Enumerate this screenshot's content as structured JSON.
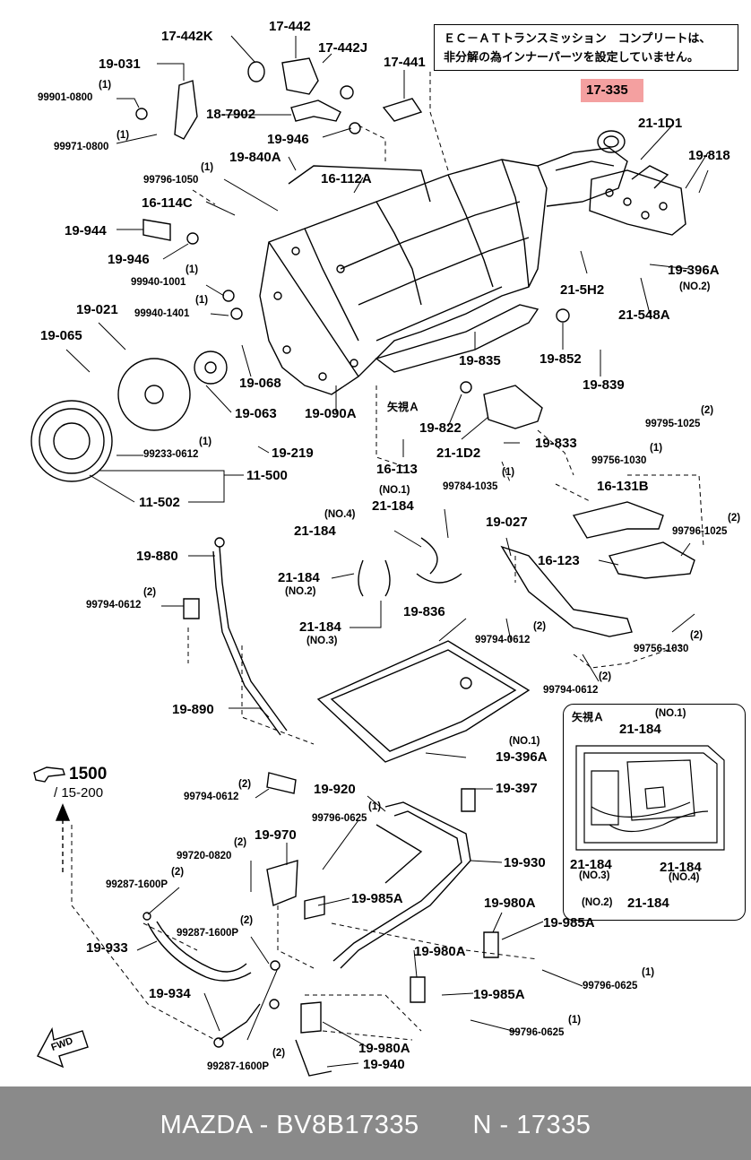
{
  "note": {
    "line1": "ＥＣ－ＡＴトランスミッション　コンプリートは、",
    "line2": "非分解の為インナーパーツを設定していません。"
  },
  "highlight_part": "17-335",
  "reference": {
    "main": "1500",
    "sub": "/ 15-200"
  },
  "fwd_label": "FWD",
  "footer": {
    "brand": "MAZDA",
    "part_number": "BV8B17335",
    "short_code": "N - 17335",
    "separator": " - "
  },
  "inset": {
    "title": "矢視Ａ",
    "labels": [
      "(NO.1)",
      "21-184",
      "21-184",
      "(NO.3)",
      "21-184",
      "(NO.4)",
      "(NO.2)",
      "21-184"
    ]
  },
  "view_a_label": "矢視Ａ",
  "labels": [
    "17-442K",
    "17-442",
    "17-442J",
    "17-441",
    "19-031",
    "(1)",
    "99901-0800",
    "(1)",
    "99971-0800",
    "18-7902",
    "19-946",
    "19-840A",
    "(1)",
    "99796-1050",
    "16-112A",
    "16-114C",
    "19-944",
    "19-946",
    "(1)",
    "99940-1001",
    "(1)",
    "99940-1401",
    "19-021",
    "19-065",
    "19-068",
    "19-063",
    "19-090A",
    "19-219",
    "(1)",
    "99233-0612",
    "11-500",
    "11-502",
    "21-1D1",
    "19-818",
    "21-5H2",
    "19-396A",
    "(NO.2)",
    "21-548A",
    "19-852",
    "19-835",
    "19-839",
    "19-822",
    "21-1D2",
    "16-113",
    "19-833",
    "(2)",
    "99795-1025",
    "(1)",
    "99756-1030",
    "(1)",
    "99784-1035",
    "16-131B",
    "(NO.1)",
    "21-184",
    "(NO.4)",
    "21-184",
    "21-184",
    "(NO.2)",
    "21-184",
    "(NO.3)",
    "19-027",
    "(2)",
    "99796-1025",
    "16-123",
    "19-880",
    "(2)",
    "99794-0612",
    "19-836",
    "(2)",
    "99794-0612",
    "(2)",
    "99756-1030",
    "(2)",
    "99794-0612",
    "19-890",
    "(NO.1)",
    "19-396A",
    "19-397",
    "(2)",
    "99794-0612",
    "19-920",
    "(1)",
    "99796-0625",
    "19-970",
    "(2)",
    "99720-0820",
    "(2)",
    "99287-1600P",
    "19-930",
    "19-985A",
    "19-980A",
    "(2)",
    "99287-1600P",
    "19-933",
    "19-980A",
    "19-985A",
    "(1)",
    "99796-0625",
    "19-934",
    "19-985A",
    "(1)",
    "99796-0625",
    "19-980A",
    "(2)",
    "99287-1600P",
    "19-940"
  ]
}
